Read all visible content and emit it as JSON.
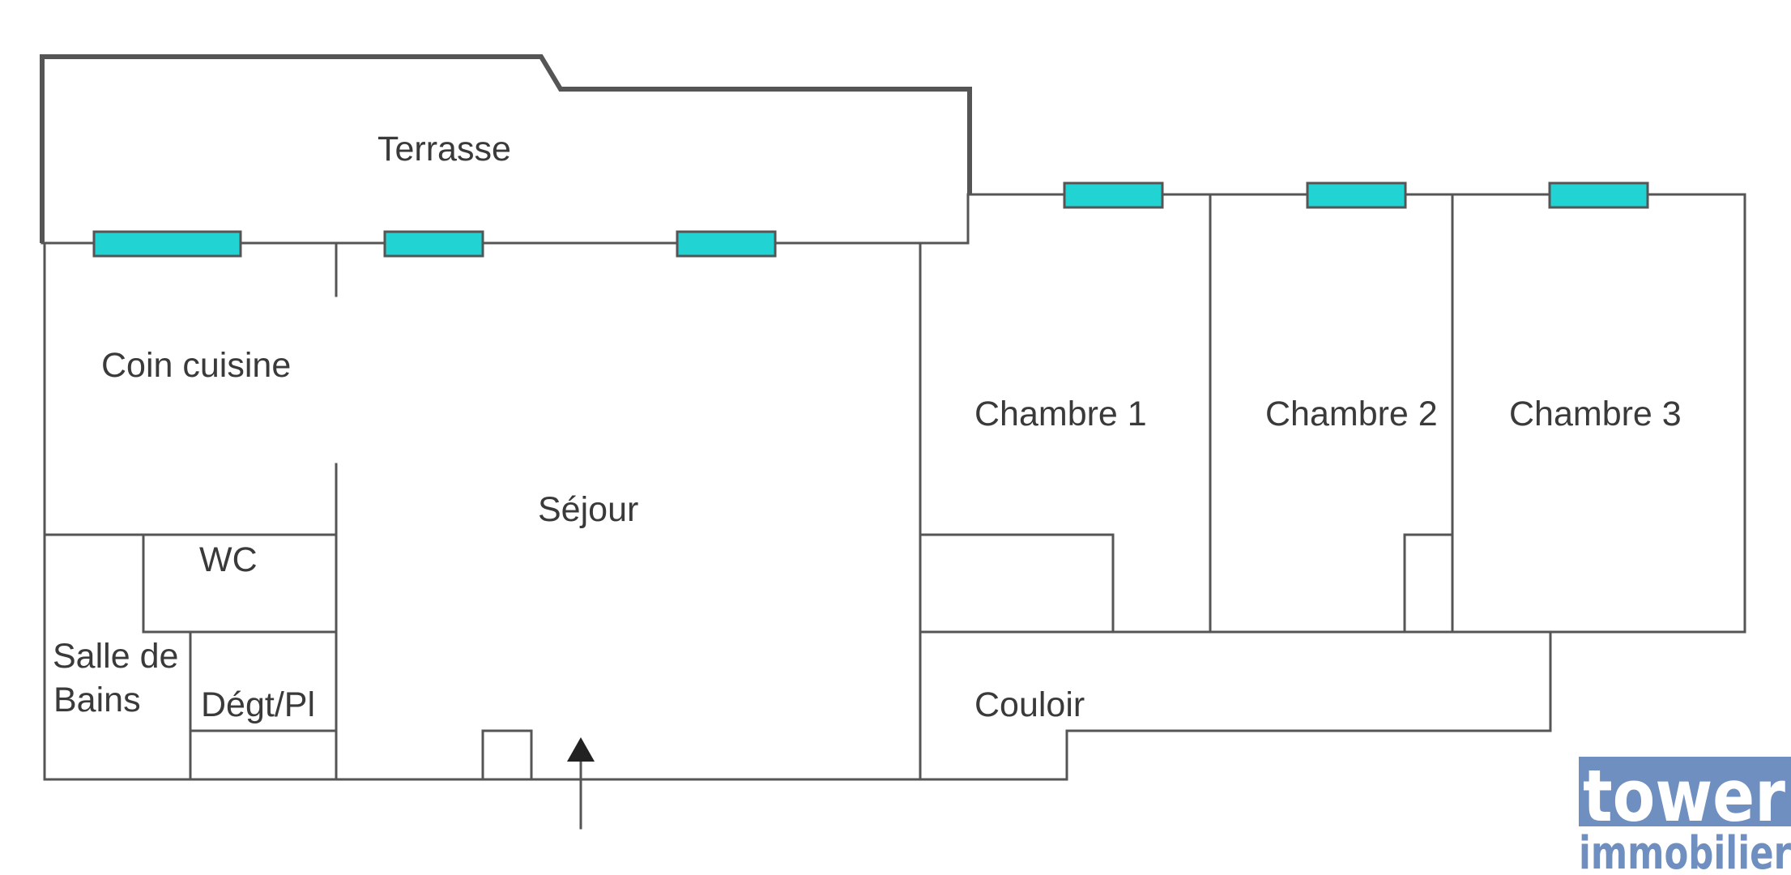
{
  "rooms": {
    "terrasse": "Terrasse",
    "coin_cuisine": "Coin cuisine",
    "sejour": "Séjour",
    "chambre_1": "Chambre 1",
    "chambre_2": "Chambre 2",
    "chambre_3": "Chambre 3",
    "wc": "WC",
    "salle_de_bains_line1": "Salle de",
    "salle_de_bains_line2": "Bains",
    "degt_pl": "Dégt/Pl",
    "couloir": "Couloir"
  },
  "logo": {
    "name": "tower",
    "subtitle": "immobilier",
    "color": "#6e8fbf"
  },
  "colors": {
    "wall": "#555555",
    "window": "#22d3d3"
  }
}
